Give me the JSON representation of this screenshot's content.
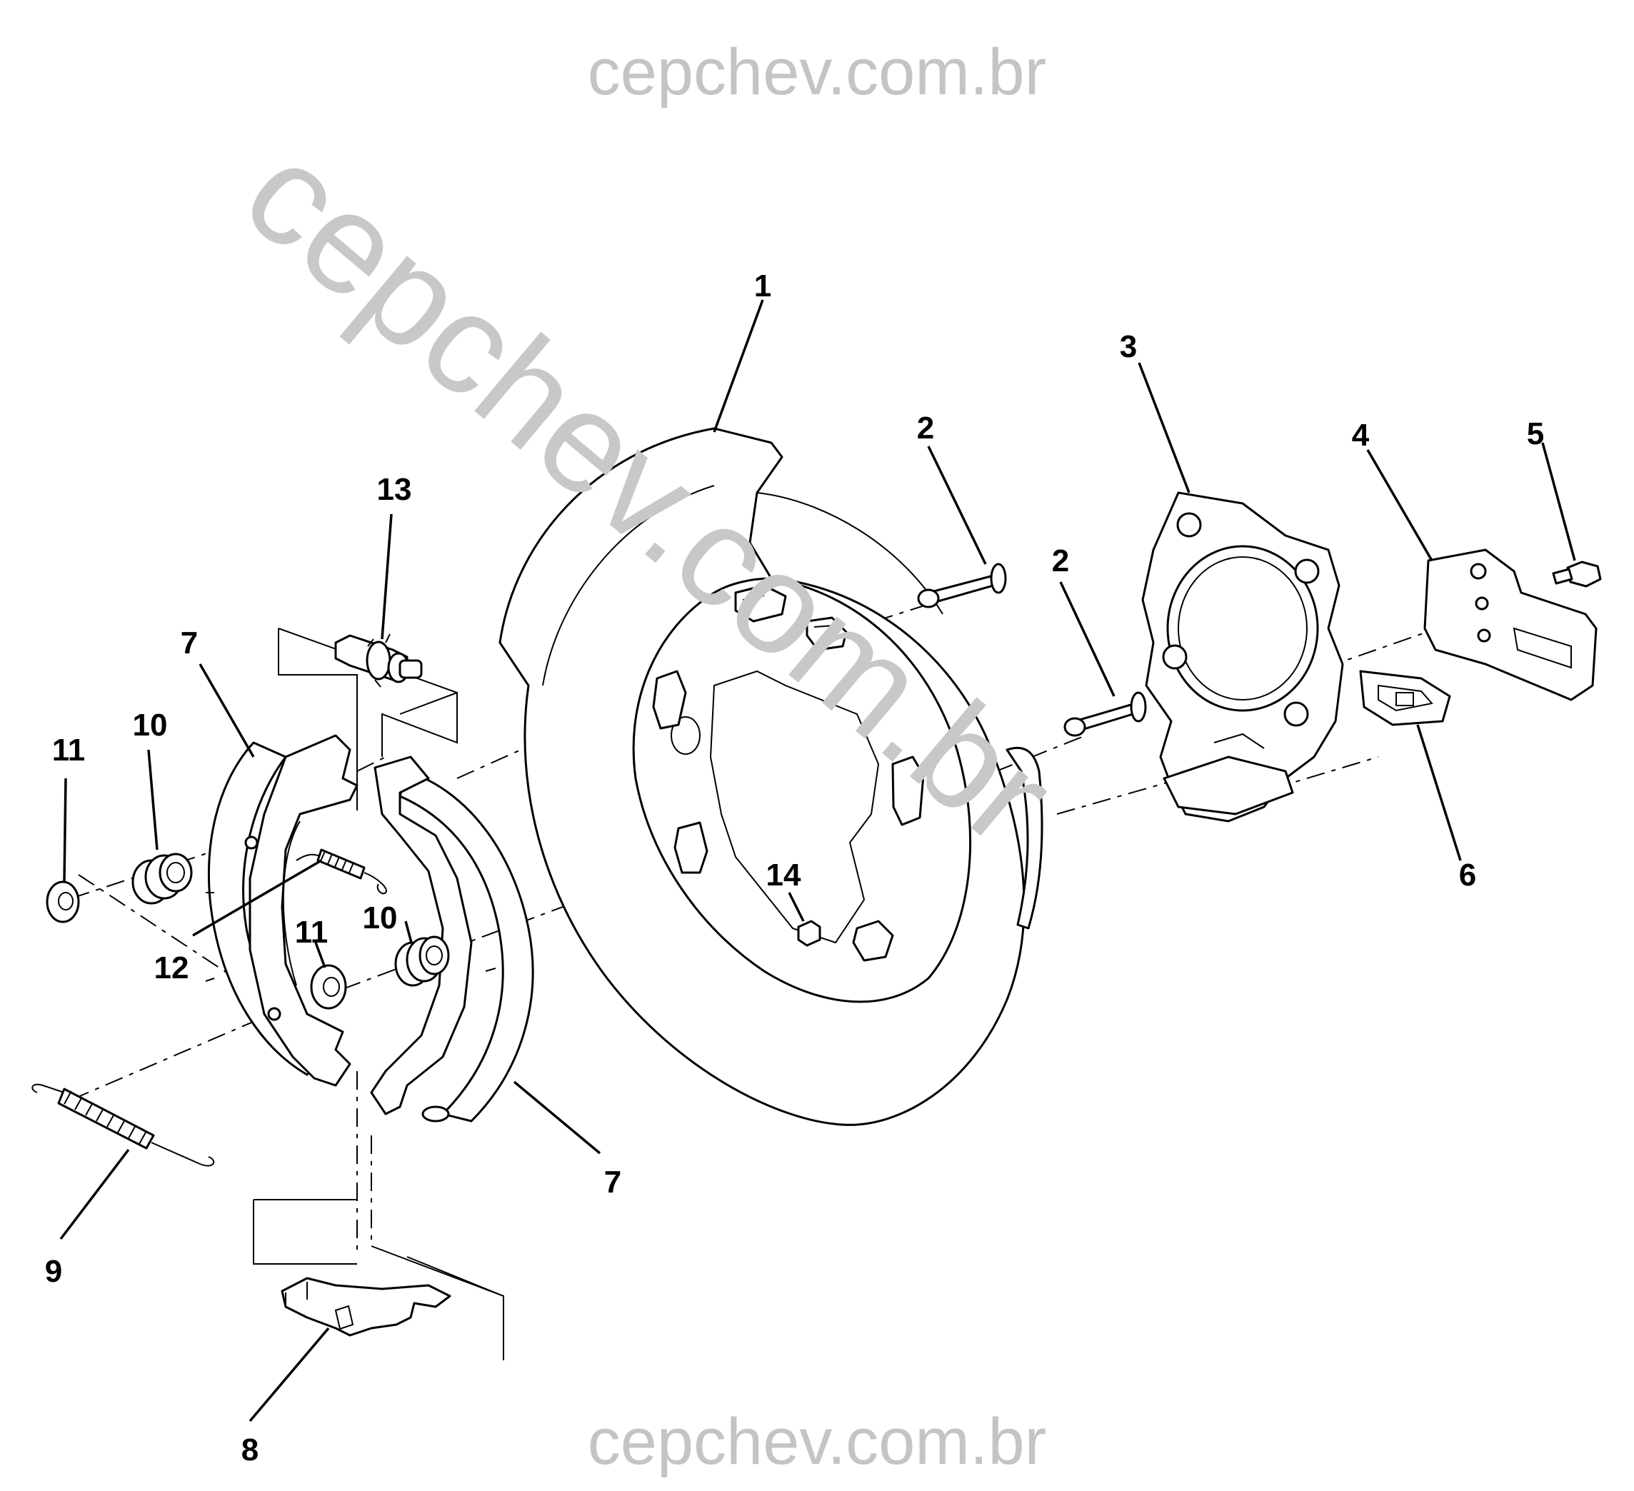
{
  "watermark": {
    "top": "cepchev.com.br",
    "bottom": "cepchev.com.br",
    "diagonal": "cepchev.com.br"
  },
  "callouts": [
    {
      "id": "c1",
      "label": "1"
    },
    {
      "id": "c2a",
      "label": "2"
    },
    {
      "id": "c2b",
      "label": "2"
    },
    {
      "id": "c3",
      "label": "3"
    },
    {
      "id": "c4",
      "label": "4"
    },
    {
      "id": "c5",
      "label": "5"
    },
    {
      "id": "c6",
      "label": "6"
    },
    {
      "id": "c7a",
      "label": "7"
    },
    {
      "id": "c7b",
      "label": "7"
    },
    {
      "id": "c8",
      "label": "8"
    },
    {
      "id": "c9",
      "label": "9"
    },
    {
      "id": "c10a",
      "label": "10"
    },
    {
      "id": "c10b",
      "label": "10"
    },
    {
      "id": "c11a",
      "label": "11"
    },
    {
      "id": "c11b",
      "label": "11"
    },
    {
      "id": "c12",
      "label": "12"
    },
    {
      "id": "c13",
      "label": "13"
    },
    {
      "id": "c14",
      "label": "14"
    }
  ]
}
